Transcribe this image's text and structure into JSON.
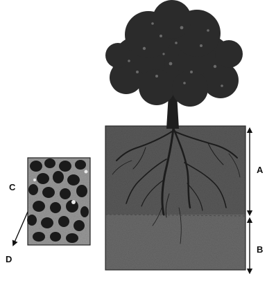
{
  "labels": {
    "a": "A",
    "b": "B",
    "c": "C",
    "d": "D"
  },
  "colors": {
    "foliage": "#2b2b2b",
    "trunk": "#1e1e1e",
    "topsoil": "#5a5a5a",
    "subsoil": "#6b6b6b",
    "inset_light": "#9a9a9a",
    "grain": "#1a1a1a",
    "arrow": "#111111"
  },
  "icons": {
    "tree": "tree-icon",
    "roots": "roots-icon"
  }
}
